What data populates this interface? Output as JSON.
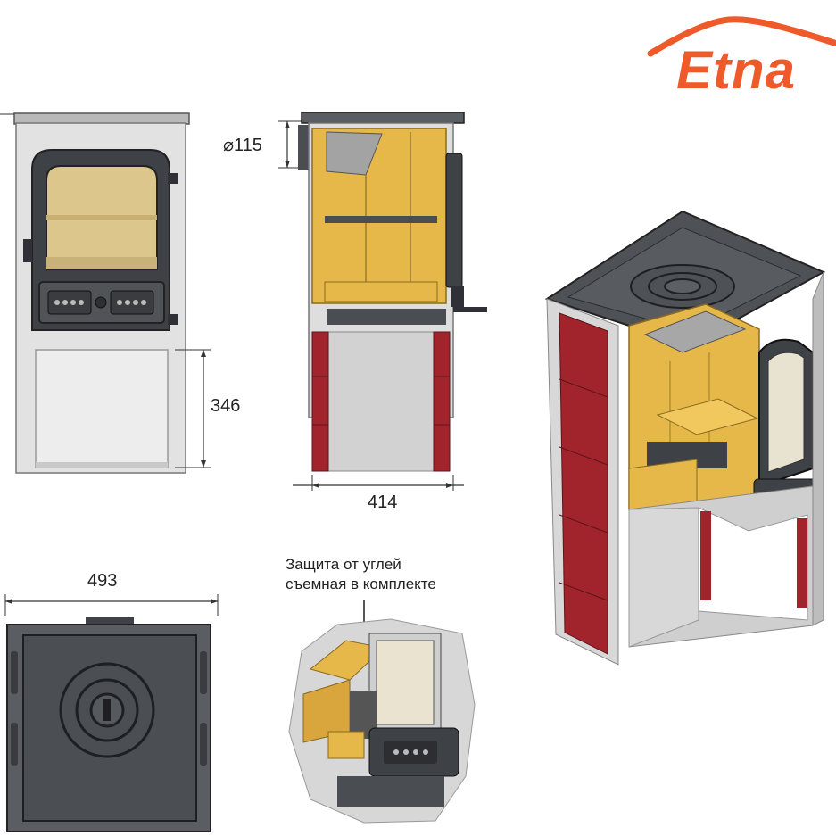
{
  "brand": {
    "name": "Etna",
    "color": "#ef5a2a"
  },
  "dimensions": {
    "flue_diameter": "⌀115",
    "lower_niche_height": "346",
    "depth": "414",
    "width": "493"
  },
  "callout": {
    "line1": "Защита от углей",
    "line2": "съемная в комплекте"
  },
  "colors": {
    "cladding": "#dcdcdc",
    "cast_iron": "#4a4d52",
    "firebrick": "#e6b84a",
    "red_panel": "#a1232b",
    "glass": "#ddc78a"
  }
}
